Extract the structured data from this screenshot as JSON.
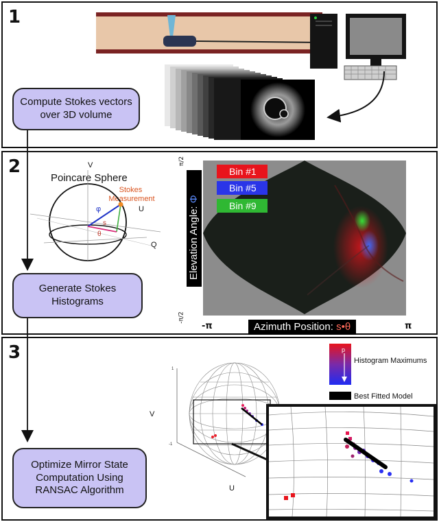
{
  "panel1": {
    "number": "1",
    "step_label": "Compute Stokes vectors\nover 3D volume"
  },
  "panel2": {
    "number": "2",
    "sphere_title": "Poincare Sphere",
    "axis_v": "V",
    "axis_u": "U",
    "axis_q": "Q",
    "stokes_label": "Stokes\nMeasurement",
    "phi": "φ",
    "theta": "θ",
    "s": "s",
    "step_label": "Generate Stokes\nHistograms",
    "bins": [
      {
        "label": "Bin #1",
        "color": "#e8141c"
      },
      {
        "label": "Bin #5",
        "color": "#2a35e8"
      },
      {
        "label": "Bin #9",
        "color": "#2fb833"
      }
    ],
    "y_axis_label": "Elevation Angle: ",
    "y_axis_symbol": "Φ",
    "x_axis_label": "Azimuth Position: ",
    "x_axis_symbol": "s•θ",
    "y_top": "π/2",
    "y_bottom": "-π/2",
    "x_left": "-π",
    "x_right": "π"
  },
  "panel3": {
    "number": "3",
    "step_label": "Optimize Mirror State\nComputation Using\nRANSAC Algorithm",
    "legend_gradient_label": "Histogram Maximums",
    "legend_p": "p",
    "legend_model_label": "Best Fitted Model",
    "axis_v": "V",
    "axis_u": "U",
    "tick_1": "1",
    "tick_m1": "-1"
  }
}
